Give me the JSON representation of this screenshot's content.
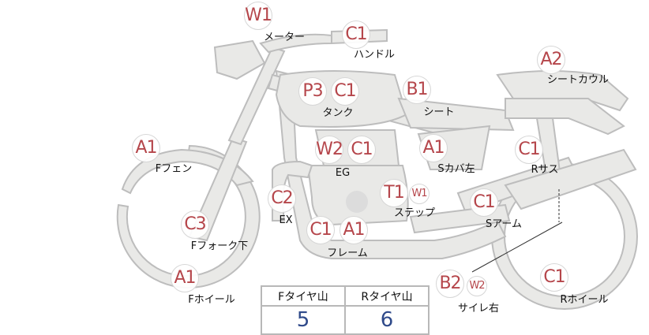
{
  "parts": [
    {
      "name": "meter",
      "label": "メーター",
      "badges": [
        "W1"
      ]
    },
    {
      "name": "handle",
      "label": "ハンドル",
      "badges": [
        "C1"
      ]
    },
    {
      "name": "seat-cowl",
      "label": "シートカウル",
      "badges": [
        "A2"
      ]
    },
    {
      "name": "tank",
      "label": "タンク",
      "badges": [
        "P3",
        "C1"
      ]
    },
    {
      "name": "seat",
      "label": "シート",
      "badges": [
        "B1"
      ]
    },
    {
      "name": "front-fender",
      "label": "Fフェン",
      "badges": [
        "A1"
      ]
    },
    {
      "name": "engine",
      "label": "EG",
      "badges": [
        "W2",
        "C1"
      ]
    },
    {
      "name": "side-cover-left",
      "label": "Sカバ左",
      "badges": [
        "A1"
      ]
    },
    {
      "name": "rear-suspension",
      "label": "Rサス",
      "badges": [
        "C1"
      ]
    },
    {
      "name": "exhaust",
      "label": "EX",
      "badges": [
        "C2"
      ]
    },
    {
      "name": "step",
      "label": "ステップ",
      "badges": [
        "T1",
        "W1"
      ]
    },
    {
      "name": "swing-arm",
      "label": "Sアーム",
      "badges": [
        "C1"
      ]
    },
    {
      "name": "front-fork-lower",
      "label": "Fフォーク下",
      "badges": [
        "C3"
      ]
    },
    {
      "name": "frame",
      "label": "フレーム",
      "badges": [
        "C1",
        "A1"
      ]
    },
    {
      "name": "front-wheel",
      "label": "Fホイール",
      "badges": [
        "A1"
      ]
    },
    {
      "name": "silencer-right",
      "label": "サイレ右",
      "badges": [
        "B2",
        "W2"
      ]
    },
    {
      "name": "rear-wheel",
      "label": "Rホイール",
      "badges": [
        "C1"
      ]
    }
  ],
  "tire_table": {
    "headers": [
      "Fタイヤ山",
      "Rタイヤ山"
    ],
    "values": [
      "5",
      "6"
    ]
  },
  "colors": {
    "badge_text": "#b5464b",
    "value_text": "#2f4a8a",
    "bike_fill": "#e9e9e7",
    "bike_stroke": "#bdbdbd"
  }
}
